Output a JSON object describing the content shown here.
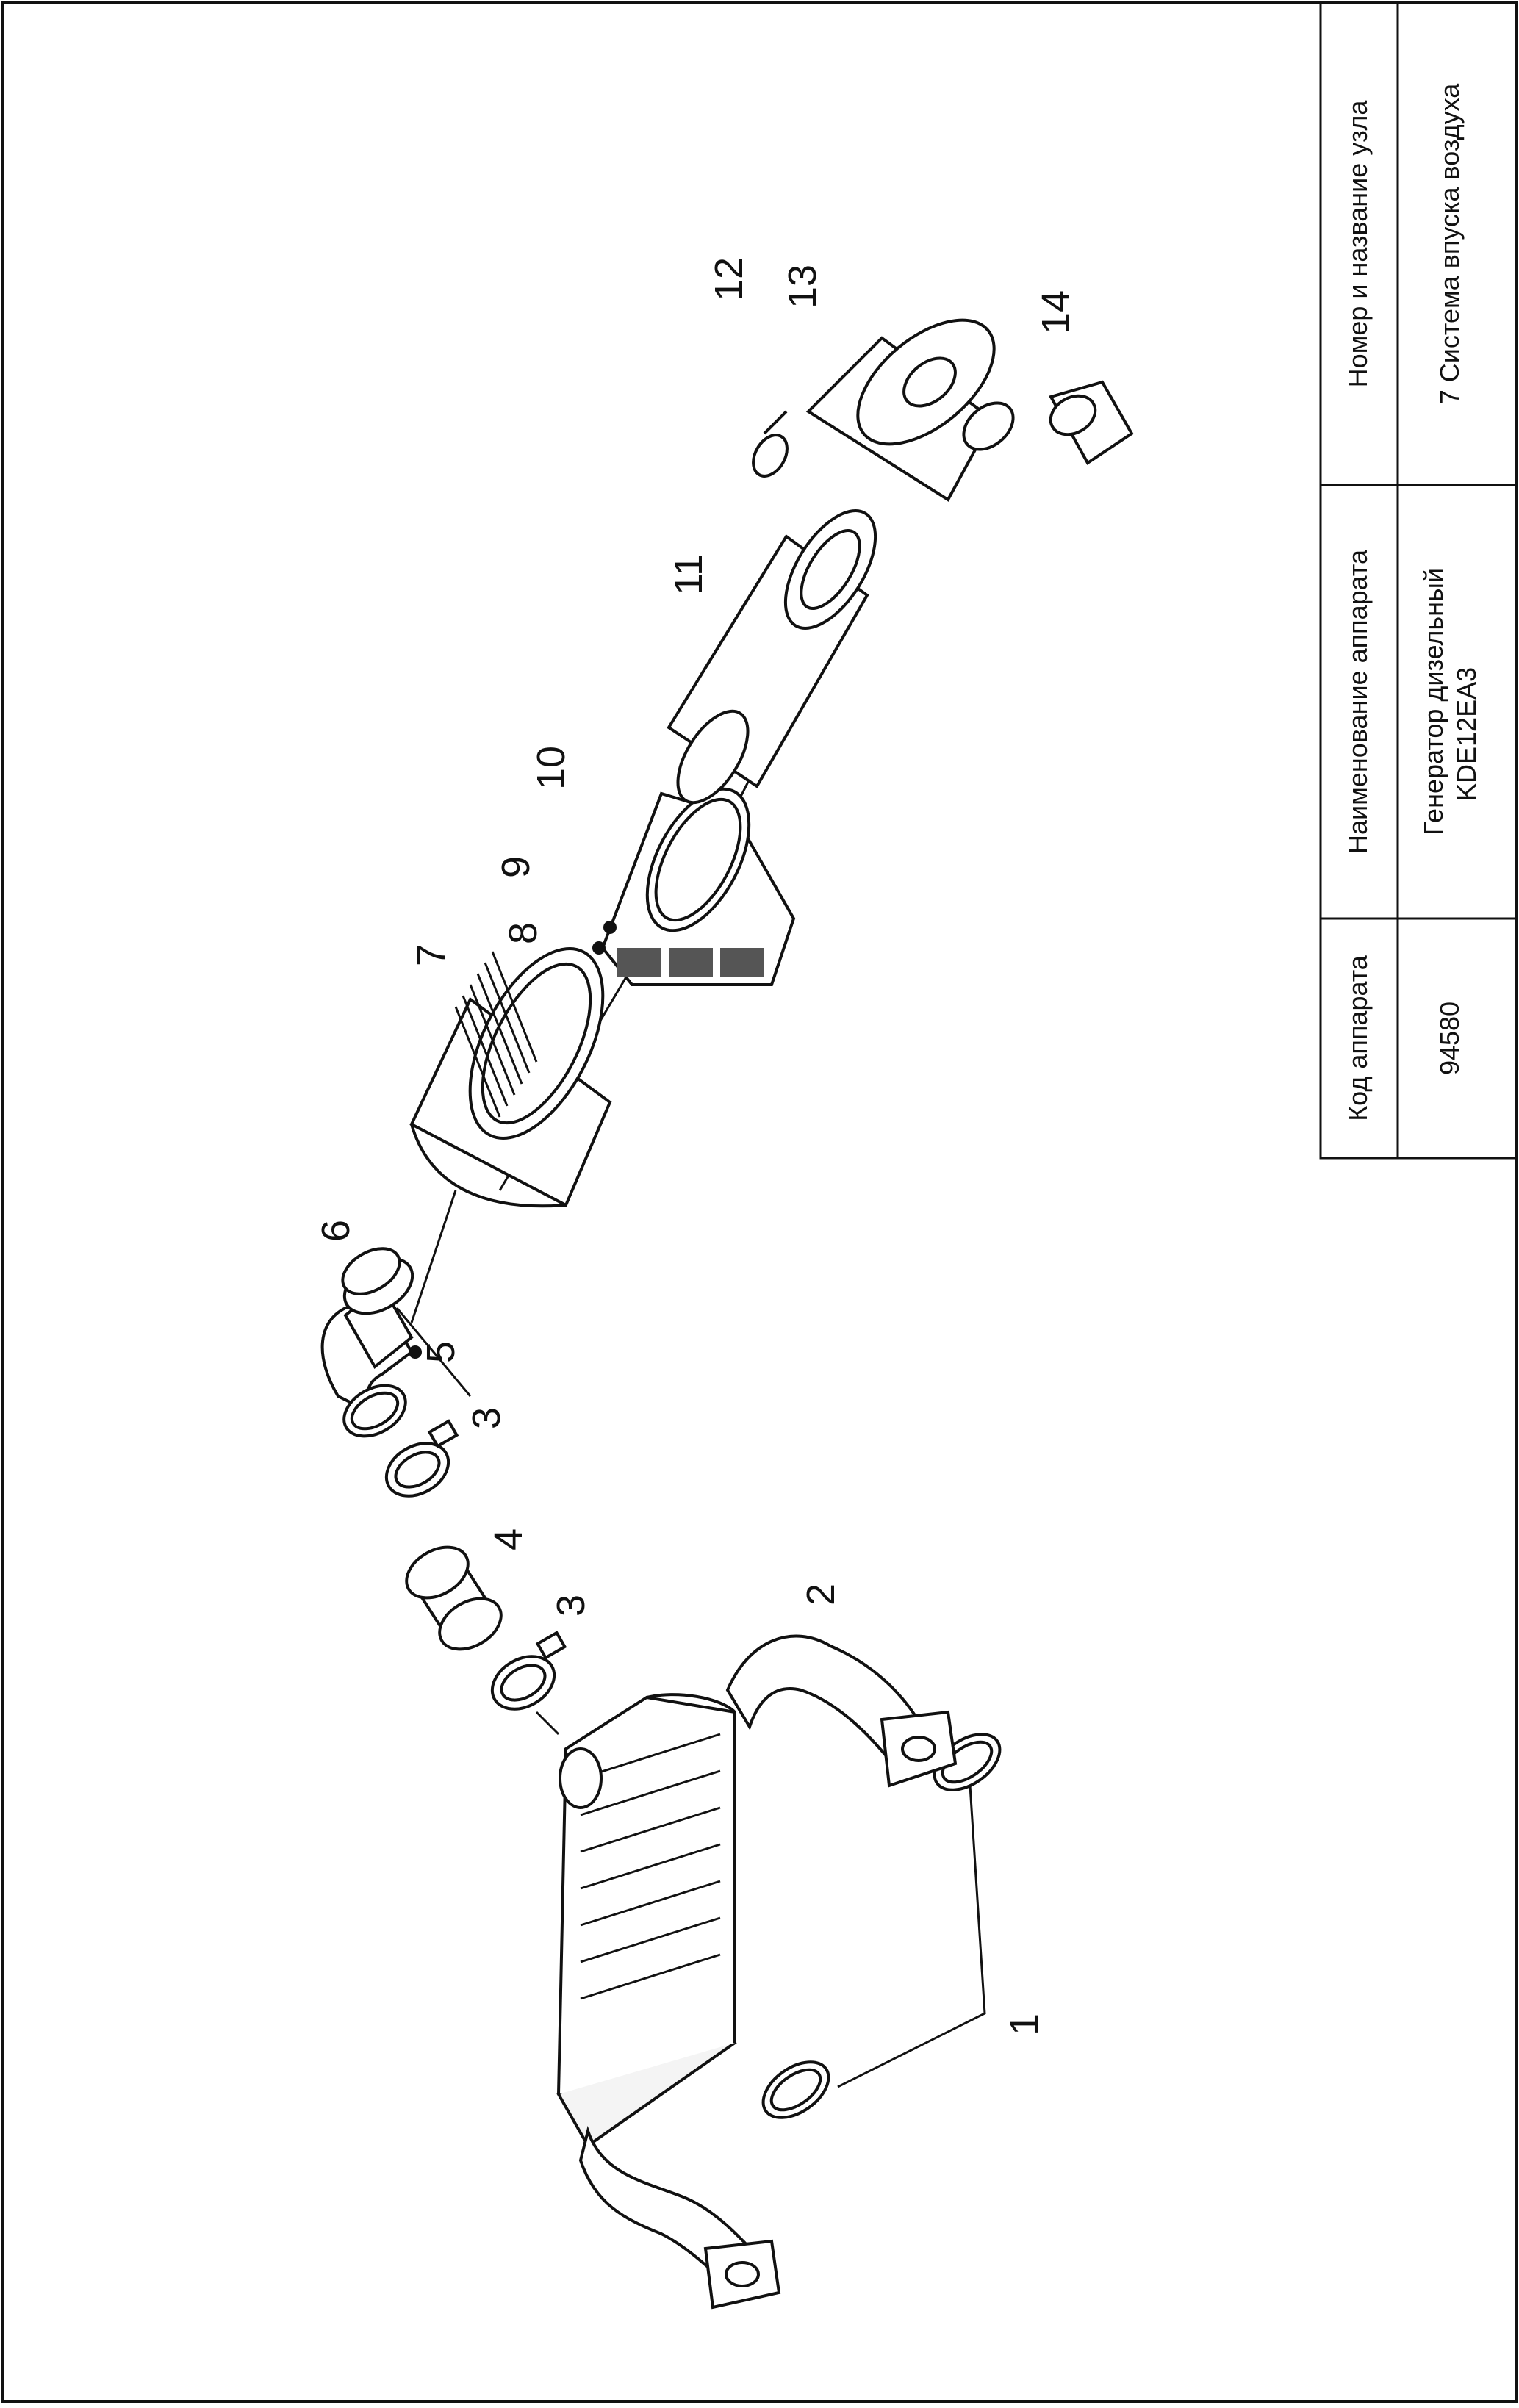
{
  "title_block": {
    "headers": [
      "Код аппарата",
      "Наименование аппарата",
      "Номер и название узла"
    ],
    "values": {
      "code": "94580",
      "device_name_line1": "Генератор дизельный",
      "device_name_line2": "KDE12EA3",
      "node": "7 Система впуска воздуха"
    }
  },
  "callouts": [
    "1",
    "2",
    "3",
    "3",
    "4",
    "5",
    "6",
    "7",
    "8",
    "9",
    "10",
    "11",
    "12",
    "13",
    "14"
  ]
}
